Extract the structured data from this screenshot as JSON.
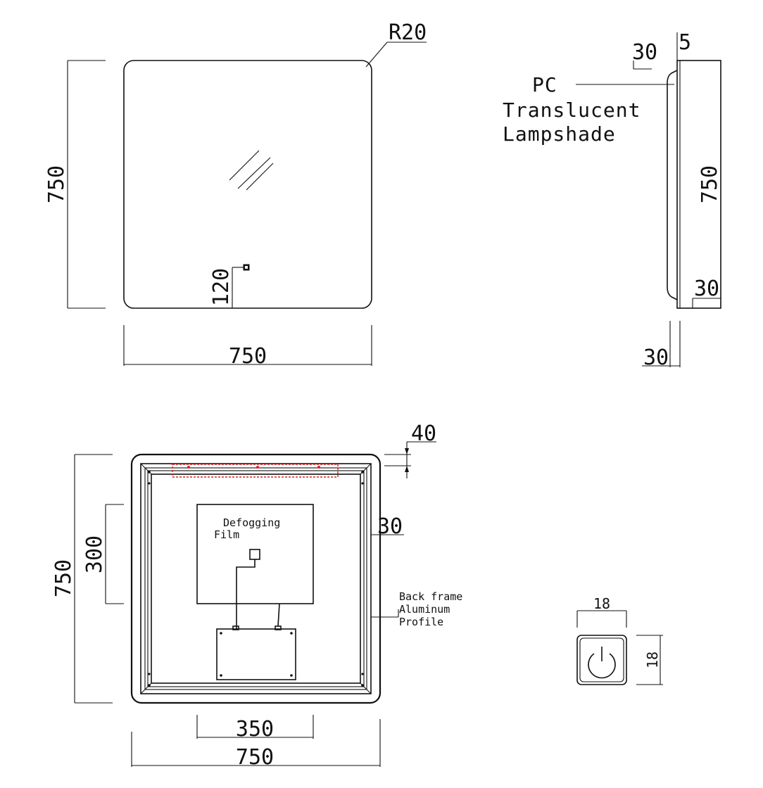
{
  "front_view": {
    "corner_radius_label": "R20",
    "height_label": "750",
    "width_label": "750",
    "switch_offset_label": "120"
  },
  "side_view": {
    "top_depth_label": "30",
    "glass_label": "5",
    "height_label": "750",
    "bottom_inset_label": "30",
    "depth_label": "30",
    "lampshade_note": [
      "PC",
      "Translucent",
      "Lampshade"
    ]
  },
  "back_view": {
    "strip_offset_label": "40",
    "frame_width_label": "30",
    "height_label": "750",
    "film_height_label": "300",
    "film_width_label": "350",
    "width_label": "750",
    "film_note": [
      "Defogging",
      "Film"
    ],
    "frame_note": [
      "Back frame",
      "Aluminum",
      "Profile"
    ],
    "colors": {
      "led_strip": "#e02020"
    }
  },
  "switch_detail": {
    "width_label": "18",
    "height_label": "18",
    "icon": "power-icon"
  }
}
